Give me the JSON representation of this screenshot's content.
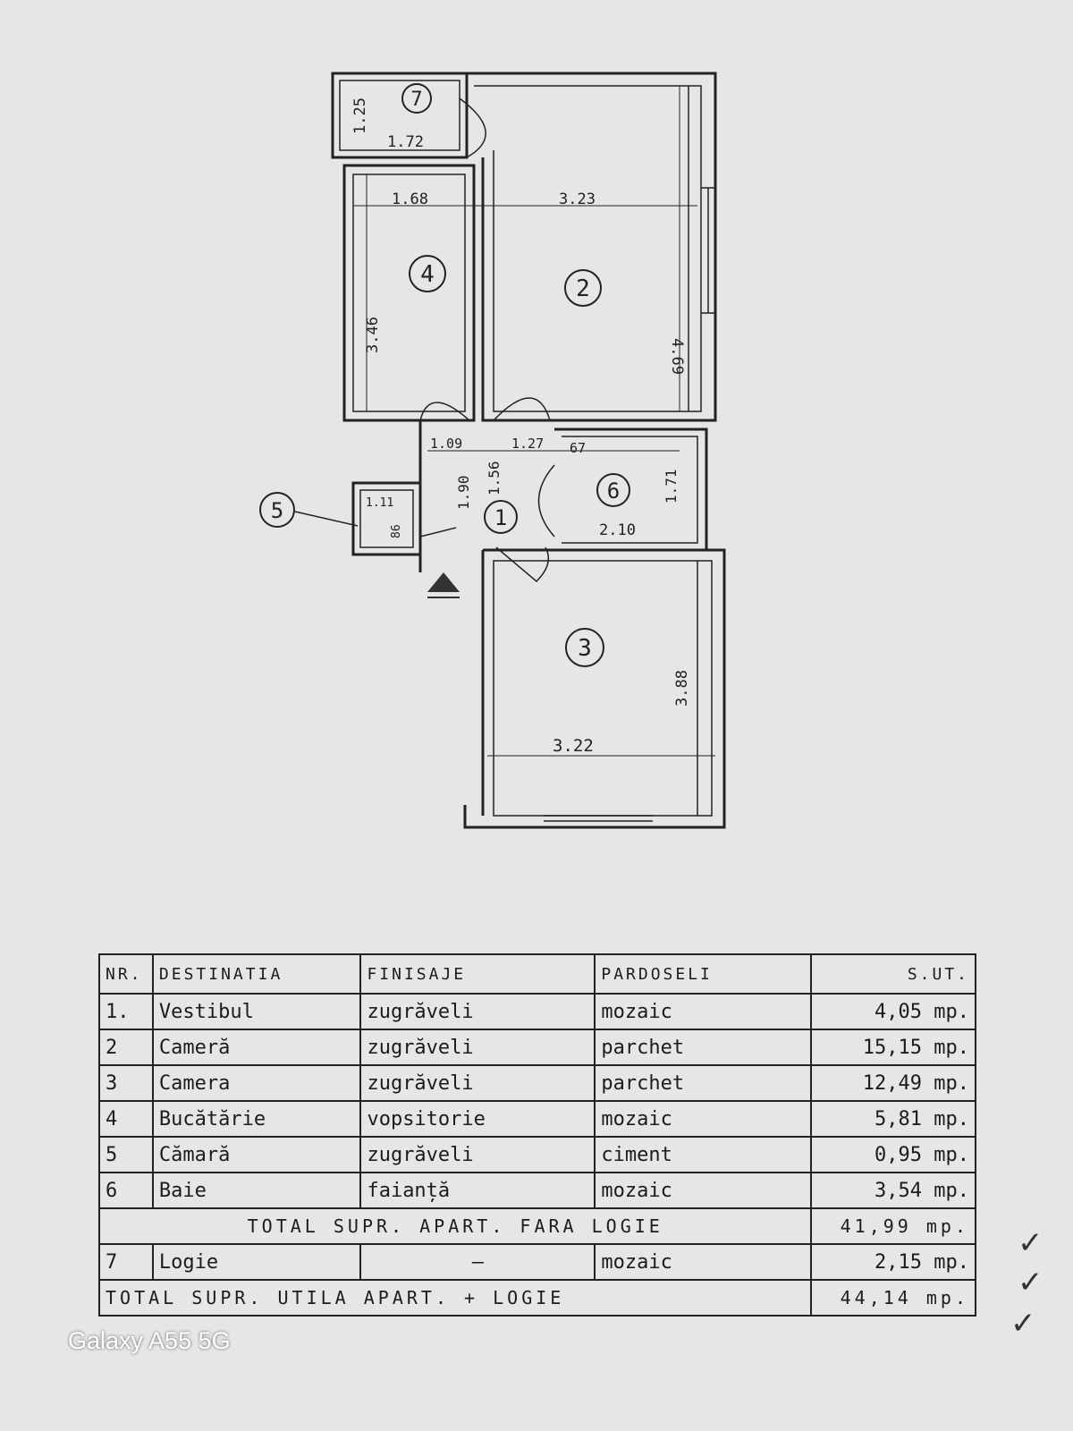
{
  "plan": {
    "rooms": [
      {
        "id": "1"
      },
      {
        "id": "2"
      },
      {
        "id": "3"
      },
      {
        "id": "4"
      },
      {
        "id": "5"
      },
      {
        "id": "6"
      },
      {
        "id": "7"
      }
    ],
    "dimensions": {
      "logia_h": "1.25",
      "logia_w": "1.72",
      "kitchen_w": "1.68",
      "kitchen_h": "3.46",
      "room2_w": "3.23",
      "room2_h": "4.69",
      "hall_w": "1.09",
      "hall_h1": "1.90",
      "hall_h2": "1.56",
      "bath_door": "1.27",
      "bath_small": "67",
      "bath_w": "2.10",
      "bath_h": "1.71",
      "pantry_w": "1.11",
      "pantry_h": "86",
      "room3_w": "3.22",
      "room3_h": "3.88"
    }
  },
  "table": {
    "headers": [
      "NR.",
      "DESTINATIA",
      "FINISAJE",
      "PARDOSELI",
      "S.UT."
    ],
    "rows": [
      {
        "nr": "1.",
        "dest": "Vestibul",
        "fin": "zugrăveli",
        "par": "mozaic",
        "sut": "4,05 mp."
      },
      {
        "nr": "2",
        "dest": "Cameră",
        "fin": "zugrăveli",
        "par": "parchet",
        "sut": "15,15 mp."
      },
      {
        "nr": "3",
        "dest": "Camera",
        "fin": "zugrăveli",
        "par": "parchet",
        "sut": "12,49 mp."
      },
      {
        "nr": "4",
        "dest": "Bucătărie",
        "fin": "vopsitorie",
        "par": "mozaic",
        "sut": "5,81 mp."
      },
      {
        "nr": "5",
        "dest": "Cămară",
        "fin": "zugrăveli",
        "par": "ciment",
        "sut": "0,95 mp."
      },
      {
        "nr": "6",
        "dest": "Baie",
        "fin": "faianță",
        "par": "mozaic",
        "sut": "3,54 mp."
      }
    ],
    "total_without_logia": {
      "label": "TOTAL SUPR. APART. FARA LOGIE",
      "value": "41,99 mp."
    },
    "logia_row": {
      "nr": "7",
      "dest": "Logie",
      "fin": "—",
      "par": "mozaic",
      "sut": "2,15 mp."
    },
    "total_with_logia": {
      "label": "TOTAL SUPR. UTILA APART. + LOGIE",
      "value": "44,14 mp."
    }
  },
  "watermark": "Galaxy A55 5G",
  "colors": {
    "paper": "#e6e6e4",
    "ink": "#222222"
  }
}
